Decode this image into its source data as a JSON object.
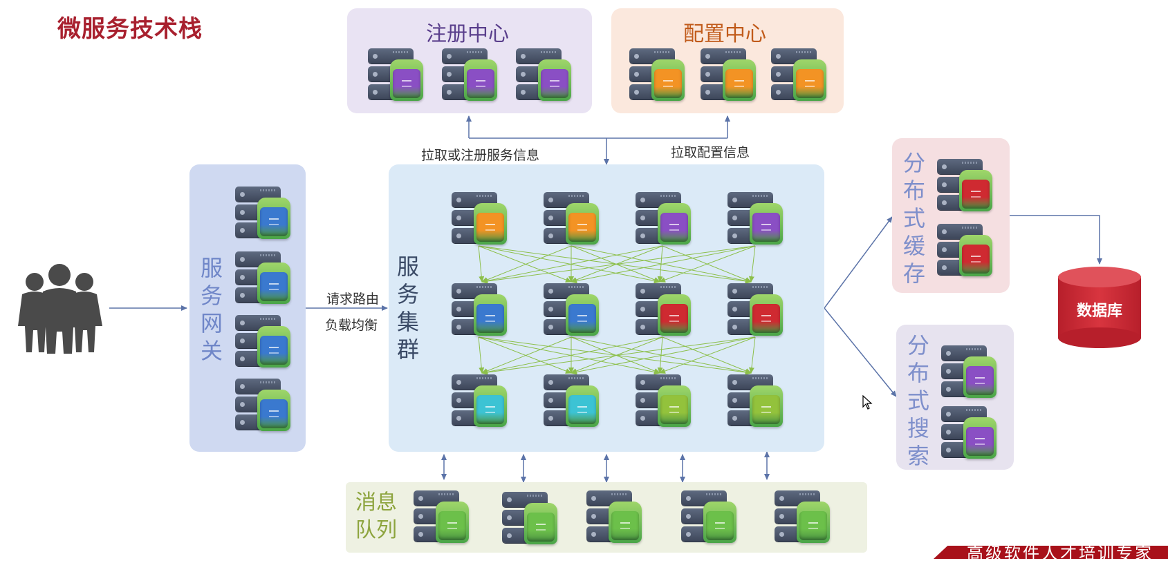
{
  "title": "微服务技术栈",
  "registry": {
    "title": "注册中心"
  },
  "config": {
    "title": "配置中心"
  },
  "gateway": {
    "label_chars": [
      "服",
      "务",
      "网",
      "关"
    ]
  },
  "cluster": {
    "label_chars": [
      "服",
      "务",
      "集",
      "群"
    ]
  },
  "cache": {
    "label_chars": [
      "分",
      "布",
      "式",
      "缓",
      "存"
    ]
  },
  "search": {
    "label_chars": [
      "分",
      "布",
      "式",
      "搜",
      "索"
    ]
  },
  "mq": {
    "label_lines": [
      "消息",
      "队列"
    ]
  },
  "database": {
    "label": "数据库"
  },
  "edges": {
    "registry_label": "拉取或注册服务信息",
    "config_label": "拉取配置信息",
    "route_label": "请求路由",
    "balance_label": "负载均衡"
  },
  "footer": {
    "text": "高级软件人才培训专家"
  },
  "colors": {
    "title": "#a8202e",
    "purple": "#8a4fc4",
    "orange": "#f39324",
    "blue": "#3a79cf",
    "red": "#cf2a31",
    "cyan": "#3cc3d4",
    "lime": "#93c23c",
    "green": "#6cc04a",
    "arrow": "#5b73a8",
    "mesh": "#8cbf4a"
  }
}
